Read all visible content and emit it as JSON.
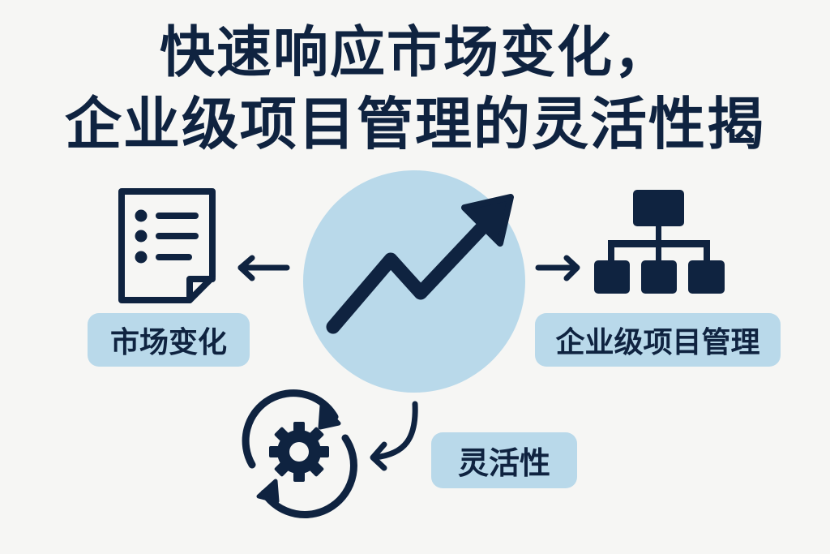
{
  "title": {
    "line1": "快速响应市场变化，",
    "line2": "企业级项目管理的灵活性揭"
  },
  "nodes": [
    {
      "id": "market-change",
      "label": "市场变化",
      "icon": "document-list-icon"
    },
    {
      "id": "growth",
      "label": "",
      "icon": "trend-up-arrow-icon"
    },
    {
      "id": "enterprise-pm",
      "label": "企业级项目管理",
      "icon": "org-chart-icon"
    },
    {
      "id": "flexibility",
      "label": "灵活性",
      "icon": "gear-cycle-icon"
    }
  ],
  "edges": [
    {
      "from": "growth",
      "to": "market-change",
      "style": "straight-arrow-left"
    },
    {
      "from": "growth",
      "to": "enterprise-pm",
      "style": "straight-arrow-right"
    },
    {
      "from": "growth",
      "to": "flexibility",
      "style": "curved-arrow-down-left"
    }
  ],
  "colors": {
    "background": "#f6f6f4",
    "ink": "#0f2340",
    "accent_fill": "#b9d9ea",
    "circle_fill": "#b9d9ea"
  }
}
